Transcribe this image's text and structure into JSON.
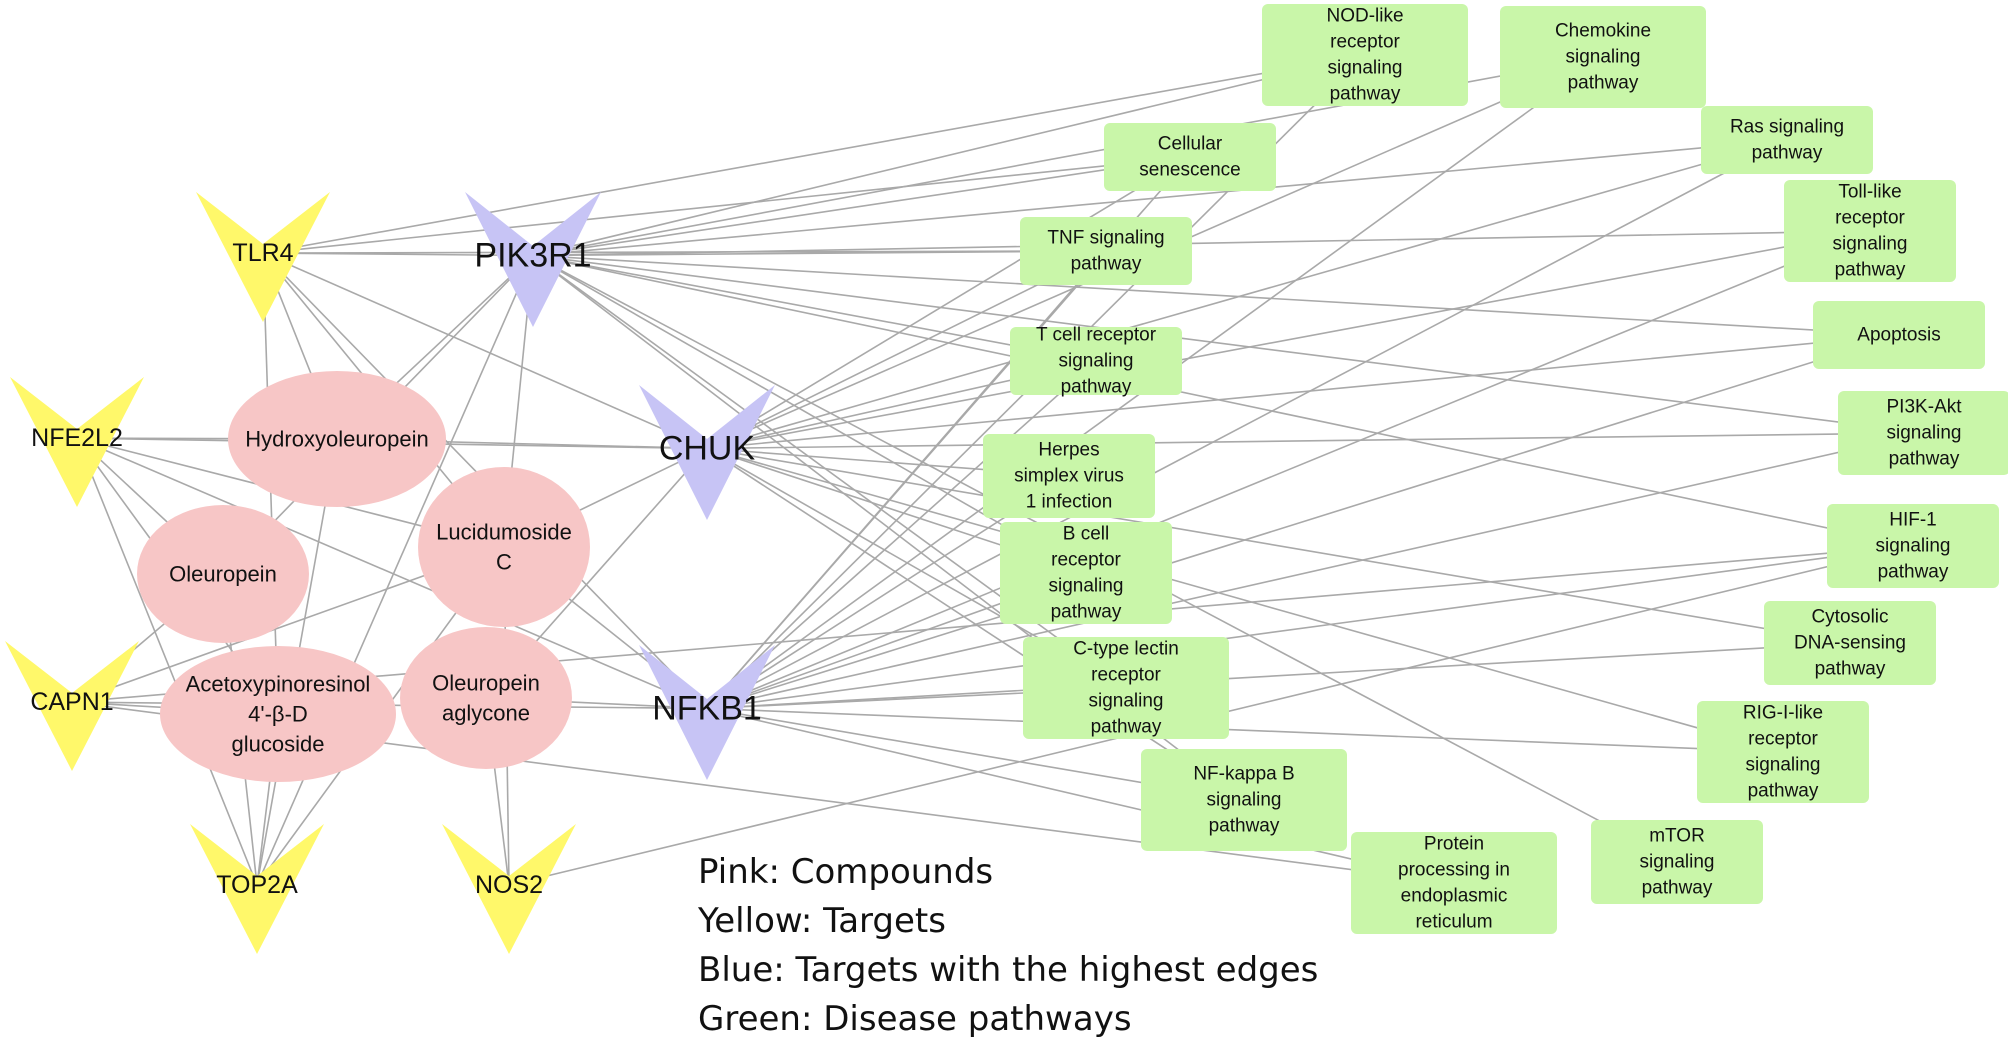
{
  "nodes": {
    "compounds": {
      "hydroxyoleuropein": [
        "Hydroxyoleuropein"
      ],
      "oleuropein": [
        "Oleuropein"
      ],
      "lucidumoside_c": [
        "Lucidumoside",
        "C"
      ],
      "acetoxypinoresinol": [
        "Acetoxypinoresinol",
        "4'-β-D",
        "glucoside"
      ],
      "oleuropein_aglycone": [
        "Oleuropein",
        "aglycone"
      ]
    },
    "targets": {
      "tlr4": "TLR4",
      "nfe2l2": "NFE2L2",
      "capn1": "CAPN1",
      "top2a": "TOP2A",
      "nos2": "NOS2"
    },
    "hubs": {
      "pik3r1": "PIK3R1",
      "chuk": "CHUK",
      "nfkb1": "NFKB1"
    },
    "pathways": {
      "nod_like": [
        "NOD-like",
        "receptor",
        "signaling",
        "pathway"
      ],
      "chemokine": [
        "Chemokine",
        "signaling",
        "pathway"
      ],
      "cellular_senescence": [
        "Cellular",
        "senescence"
      ],
      "ras": [
        "Ras signaling",
        "pathway"
      ],
      "toll_like": [
        "Toll-like",
        "receptor",
        "signaling",
        "pathway"
      ],
      "tnf": [
        "TNF signaling",
        "pathway"
      ],
      "apoptosis": [
        "Apoptosis"
      ],
      "t_cell": [
        "T cell receptor",
        "signaling",
        "pathway"
      ],
      "pi3k_akt": [
        "PI3K-Akt",
        "signaling",
        "pathway"
      ],
      "herpes": [
        "Herpes",
        "simplex virus",
        "1 infection"
      ],
      "hif1": [
        "HIF-1",
        "signaling",
        "pathway"
      ],
      "b_cell": [
        "B cell",
        "receptor",
        "signaling",
        "pathway"
      ],
      "cytosolic_dna": [
        "Cytosolic",
        "DNA-sensing",
        "pathway"
      ],
      "c_type_lectin": [
        "C-type lectin",
        "receptor",
        "signaling",
        "pathway"
      ],
      "rig_i": [
        "RIG-I-like",
        "receptor",
        "signaling",
        "pathway"
      ],
      "nf_kappa_b": [
        "NF-kappa B",
        "signaling",
        "pathway"
      ],
      "mtor": [
        "mTOR",
        "signaling",
        "pathway"
      ],
      "protein_processing": [
        "Protein",
        "processing in",
        "endoplasmic",
        "reticulum"
      ]
    }
  },
  "edges": [
    [
      "tlr4",
      "pik3r1"
    ],
    [
      "tlr4",
      "nod_like"
    ],
    [
      "tlr4",
      "cellular_senescence"
    ],
    [
      "tlr4",
      "tnf"
    ],
    [
      "tlr4",
      "lucidumoside_c"
    ],
    [
      "tlr4",
      "nfkb1"
    ],
    [
      "tlr4",
      "chuk"
    ],
    [
      "tlr4",
      "acetoxypinoresinol"
    ],
    [
      "tlr4",
      "hydroxyoleuropein"
    ],
    [
      "nfe2l2",
      "hydroxyoleuropein"
    ],
    [
      "nfe2l2",
      "oleuropein"
    ],
    [
      "nfe2l2",
      "acetoxypinoresinol"
    ],
    [
      "nfe2l2",
      "lucidumoside_c"
    ],
    [
      "nfe2l2",
      "nfkb1"
    ],
    [
      "nfe2l2",
      "top2a"
    ],
    [
      "nfe2l2",
      "chuk"
    ],
    [
      "capn1",
      "acetoxypinoresinol"
    ],
    [
      "capn1",
      "oleuropein"
    ],
    [
      "capn1",
      "lucidumoside_c"
    ],
    [
      "capn1",
      "nfkb1"
    ],
    [
      "capn1",
      "protein_processing"
    ],
    [
      "capn1",
      "hif1"
    ],
    [
      "top2a",
      "oleuropein"
    ],
    [
      "top2a",
      "hydroxyoleuropein"
    ],
    [
      "top2a",
      "lucidumoside_c"
    ],
    [
      "top2a",
      "acetoxypinoresinol"
    ],
    [
      "top2a",
      "pik3r1"
    ],
    [
      "nos2",
      "oleuropein_aglycone"
    ],
    [
      "nos2",
      "lucidumoside_c"
    ],
    [
      "nos2",
      "hif1"
    ],
    [
      "pik3r1",
      "hydroxyoleuropein"
    ],
    [
      "pik3r1",
      "lucidumoside_c"
    ],
    [
      "pik3r1",
      "oleuropein"
    ],
    [
      "pik3r1",
      "nod_like"
    ],
    [
      "pik3r1",
      "chemokine"
    ],
    [
      "pik3r1",
      "cellular_senescence"
    ],
    [
      "pik3r1",
      "ras"
    ],
    [
      "pik3r1",
      "toll_like"
    ],
    [
      "pik3r1",
      "tnf"
    ],
    [
      "pik3r1",
      "apoptosis"
    ],
    [
      "pik3r1",
      "t_cell"
    ],
    [
      "pik3r1",
      "pi3k_akt"
    ],
    [
      "pik3r1",
      "hif1"
    ],
    [
      "pik3r1",
      "b_cell"
    ],
    [
      "pik3r1",
      "c_type_lectin"
    ],
    [
      "pik3r1",
      "nf_kappa_b"
    ],
    [
      "pik3r1",
      "mtor"
    ],
    [
      "chuk",
      "hydroxyoleuropein"
    ],
    [
      "chuk",
      "lucidumoside_c"
    ],
    [
      "chuk",
      "oleuropein_aglycone"
    ],
    [
      "chuk",
      "chemokine"
    ],
    [
      "chuk",
      "cellular_senescence"
    ],
    [
      "chuk",
      "toll_like"
    ],
    [
      "chuk",
      "tnf"
    ],
    [
      "chuk",
      "t_cell"
    ],
    [
      "chuk",
      "pi3k_akt"
    ],
    [
      "chuk",
      "herpes"
    ],
    [
      "chuk",
      "b_cell"
    ],
    [
      "chuk",
      "c_type_lectin"
    ],
    [
      "chuk",
      "rig_i"
    ],
    [
      "chuk",
      "nf_kappa_b"
    ],
    [
      "chuk",
      "cytosolic_dna"
    ],
    [
      "chuk",
      "apoptosis"
    ],
    [
      "chuk",
      "ras"
    ],
    [
      "nfkb1",
      "lucidumoside_c"
    ],
    [
      "nfkb1",
      "oleuropein_aglycone"
    ],
    [
      "nfkb1",
      "nod_like"
    ],
    [
      "nfkb1",
      "chemokine"
    ],
    [
      "nfkb1",
      "ras"
    ],
    [
      "nfkb1",
      "toll_like"
    ],
    [
      "nfkb1",
      "tnf"
    ],
    [
      "nfkb1",
      "apoptosis"
    ],
    [
      "nfkb1",
      "t_cell"
    ],
    [
      "nfkb1",
      "pi3k_akt"
    ],
    [
      "nfkb1",
      "herpes"
    ],
    [
      "nfkb1",
      "hif1"
    ],
    [
      "nfkb1",
      "b_cell"
    ],
    [
      "nfkb1",
      "cytosolic_dna"
    ],
    [
      "nfkb1",
      "c_type_lectin"
    ],
    [
      "nfkb1",
      "rig_i"
    ],
    [
      "nfkb1",
      "nf_kappa_b"
    ],
    [
      "nfkb1",
      "protein_processing"
    ],
    [
      "nfkb1",
      "cellular_senescence"
    ]
  ],
  "legend": {
    "pink": "Pink: Compounds",
    "yellow": "Yellow: Targets",
    "blue": "Blue: Targets with the highest edges",
    "green": "Green: Disease pathways"
  },
  "colors": {
    "compound": "#f7c6c6",
    "target": "#fff86a",
    "hub": "#c7c4f5",
    "pathway": "#c9f6a9",
    "edge": "#a9a9a9"
  }
}
